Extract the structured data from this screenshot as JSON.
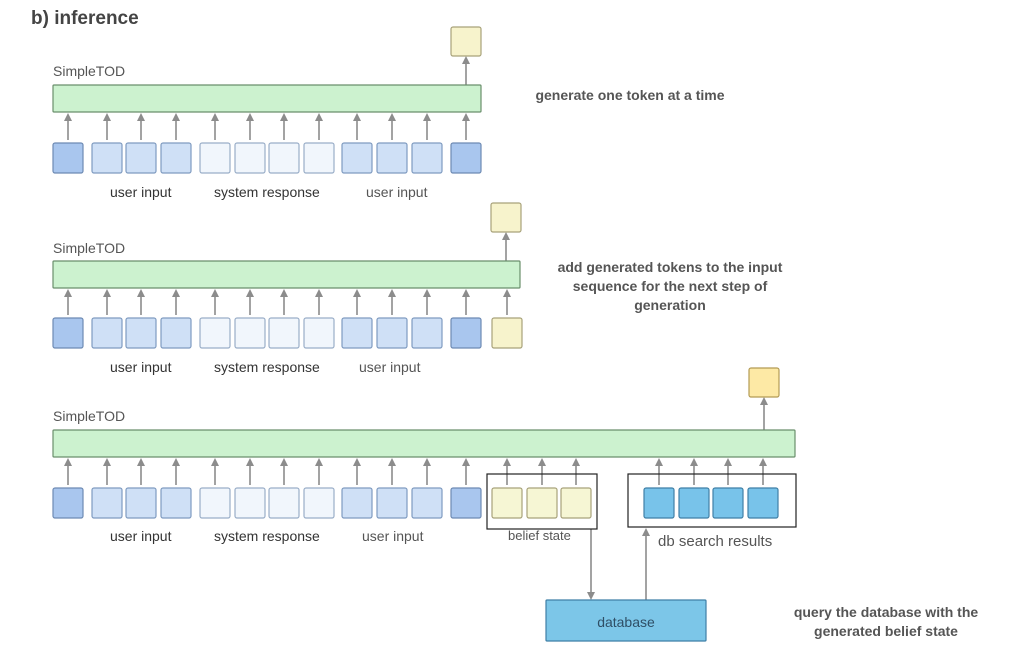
{
  "title": "b) inference",
  "panels": [
    {
      "model_label": "SimpleTOD",
      "labels": {
        "user_input_1": "user input",
        "system_response": "system response",
        "user_input_2": "user input"
      },
      "note": "generate one token at a time"
    },
    {
      "model_label": "SimpleTOD",
      "labels": {
        "user_input_1": "user input",
        "system_response": "system response",
        "user_input_2": "user input"
      },
      "note": "add generated tokens to the input sequence for the next step of generation"
    },
    {
      "model_label": "SimpleTOD",
      "labels": {
        "user_input_1": "user input",
        "system_response": "system response",
        "user_input_2": "user input",
        "belief_state": "belief state",
        "db_search_results": "db search results"
      },
      "note": "query the database with the generated belief state"
    }
  ],
  "database_label": "database",
  "colors": {
    "model_bar": "#ccf2cf",
    "context_token": "#a9c6ee",
    "user_token": "#cfe0f6",
    "system_token": "#f1f6fc",
    "belief_token": "#f6f6d4",
    "output_token": "#f7f3cc",
    "final_output_token": "#fde9a5",
    "db_token": "#78c3ea",
    "database": "#7cc6e8",
    "arrow": "#8c8c8c"
  }
}
